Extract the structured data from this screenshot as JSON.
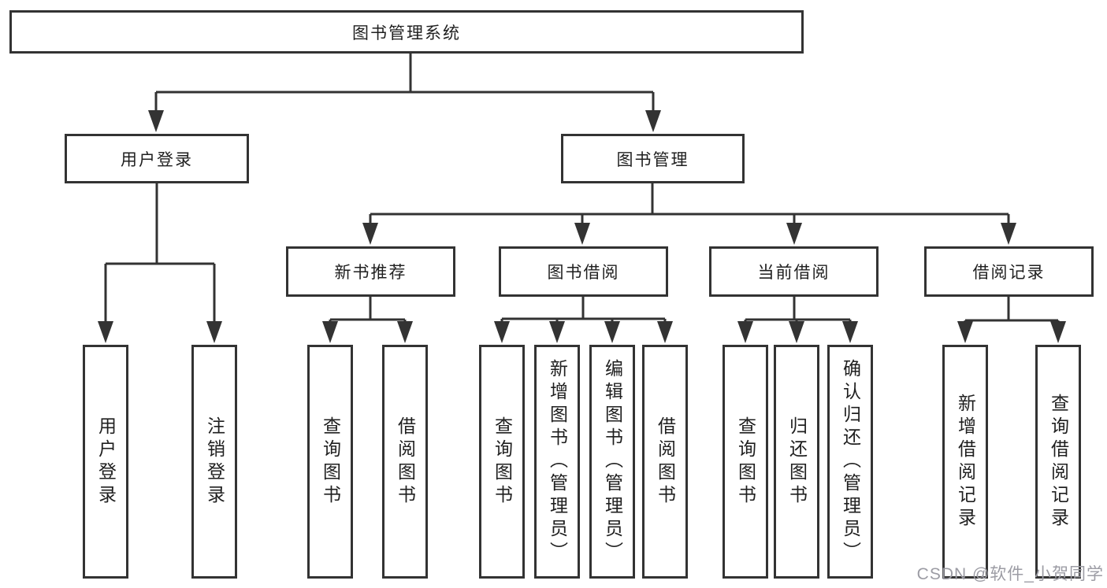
{
  "diagram_title": "图书管理系统",
  "colors": {
    "line": "#333333",
    "box_border": "#333333",
    "box_fill": "#ffffff",
    "text": "#1f1f1f",
    "watermark": "#9c9ca4"
  },
  "tree": {
    "label": "图书管理系统",
    "children": [
      {
        "label": "用户登录",
        "children": [
          {
            "label": "用户登录"
          },
          {
            "label": "注销登录"
          }
        ]
      },
      {
        "label": "图书管理",
        "children": [
          {
            "label": "新书推荐",
            "children": [
              {
                "label": "查询图书"
              },
              {
                "label": "借阅图书"
              }
            ]
          },
          {
            "label": "图书借阅",
            "children": [
              {
                "label": "查询图书"
              },
              {
                "label": "新增图书（管理员）"
              },
              {
                "label": "编辑图书（管理员）"
              },
              {
                "label": "借阅图书"
              }
            ]
          },
          {
            "label": "当前借阅",
            "children": [
              {
                "label": "查询图书"
              },
              {
                "label": "归还图书"
              },
              {
                "label": "确认归还（管理员）"
              }
            ]
          },
          {
            "label": "借阅记录",
            "children": [
              {
                "label": "新增借阅记录"
              },
              {
                "label": "查询借阅记录"
              }
            ]
          }
        ]
      }
    ]
  },
  "watermark": {
    "text": "CSDN @软件_小贺同学"
  }
}
